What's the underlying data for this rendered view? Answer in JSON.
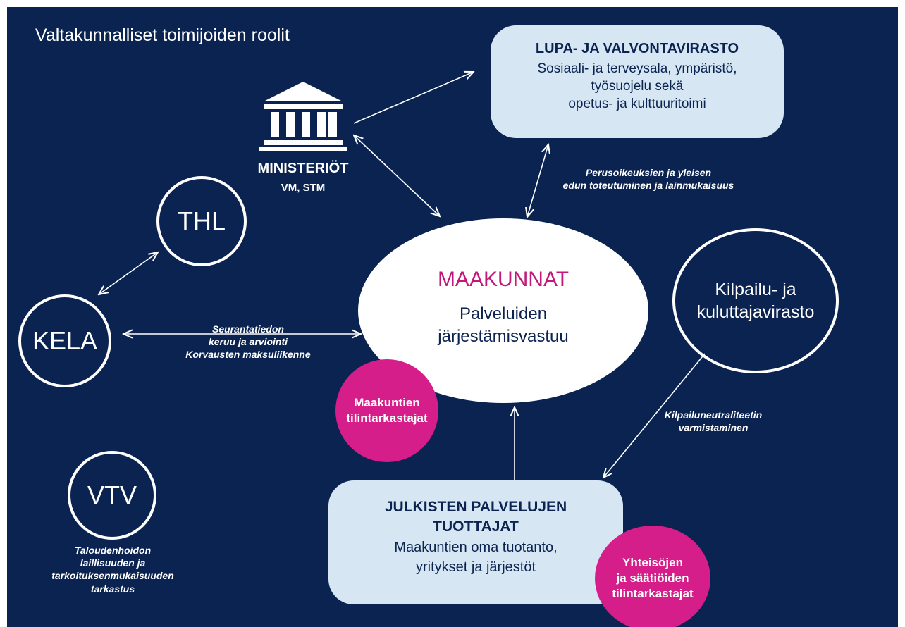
{
  "title": "Valtakunnalliset toimijoiden roolit",
  "ministries": {
    "label": "MINISTERIÖT",
    "sub": "VM, STM",
    "icon": "government-building-icon"
  },
  "lupa_box": {
    "heading": "LUPA- JA VALVONTAVIRASTO",
    "lines": [
      "Sosiaali- ja terveysala, ympäristö,",
      "työsuojelu sekä",
      "opetus- ja kulttuuritoimi"
    ]
  },
  "thl": "THL",
  "kela": "KELA",
  "vtv": "VTV",
  "kkv": {
    "lines": [
      "Kilpailu- ja",
      "kuluttajavirasto"
    ]
  },
  "maakunnat": {
    "heading": "MAAKUNNAT",
    "lines": [
      "Palveluiden",
      "järjestämisvastuu"
    ]
  },
  "maakuntien_tilintarkastajat": {
    "lines": [
      "Maakuntien",
      "tilintarkastajat"
    ]
  },
  "julkisten": {
    "heading_lines": [
      "JULKISTEN PALVELUJEN",
      "TUOTTAJAT"
    ],
    "lines": [
      "Maakuntien oma tuotanto,",
      "yritykset ja järjestöt"
    ]
  },
  "yhteisojen": {
    "lines": [
      "Yhteisöjen",
      "ja säätiöiden",
      "tilintarkastajat"
    ]
  },
  "notes": {
    "perusoikeudet": [
      "Perusoikeuksien ja yleisen",
      "edun toteutuminen ja lainmukaisuus"
    ],
    "seuranta": [
      "Seurantatiedon",
      "keruu ja arviointi",
      "Korvausten maksuliikenne"
    ],
    "kilpailu": [
      "Kilpailuneutraliteetin",
      "varmistaminen"
    ],
    "vtv": [
      "Taloudenhoidon",
      "laillisuuden ja",
      "tarkoituksenmukaisuuden",
      "tarkastus"
    ]
  },
  "colors": {
    "background": "#0b2350",
    "accent_pink": "#d51e8a",
    "light_box": "#d6e7f3",
    "heading_pink": "#c2187a"
  }
}
